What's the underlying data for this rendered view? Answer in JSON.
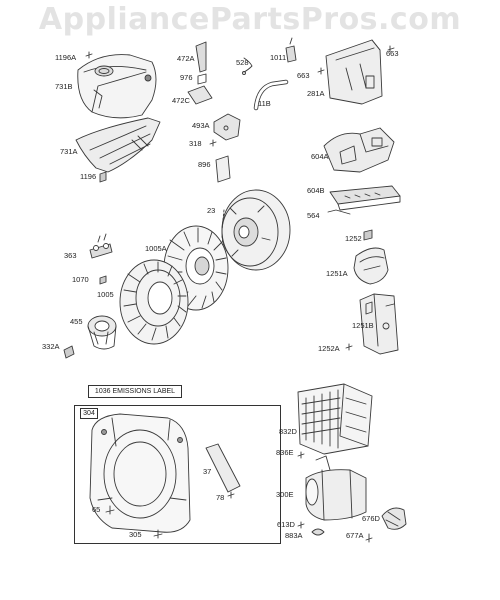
{
  "watermark": "AppliancePartsPros.com",
  "box_labels": {
    "emissions_label": "1036 EMISSIONS LABEL",
    "housing_group": "304"
  },
  "part_numbers": {
    "p1196A": "1196A",
    "p731B": "731B",
    "p731A": "731A",
    "p1196": "1196",
    "p472A": "472A",
    "p976": "976",
    "p472C": "472C",
    "p528": "528",
    "p1011": "1011",
    "p11B": "11B",
    "p493A": "493A",
    "p318": "318",
    "p896": "896",
    "p663a": "663",
    "p663b": "663",
    "p281A": "281A",
    "p604A": "604A",
    "p604B": "604B",
    "p564": "564",
    "p23": "23",
    "p363": "363",
    "p1005A": "1005A",
    "p1070": "1070",
    "p1005": "1005",
    "p455": "455",
    "p332A": "332A",
    "p1252": "1252",
    "p1251A": "1251A",
    "p1251B": "1251B",
    "p1252A": "1252A",
    "p65": "65",
    "p305": "305",
    "p37": "37",
    "p78": "78",
    "p832D": "832D",
    "p836E": "836E",
    "p300E": "300E",
    "p613D": "613D",
    "p883A": "883A",
    "p676D": "676D",
    "p677A": "677A"
  }
}
